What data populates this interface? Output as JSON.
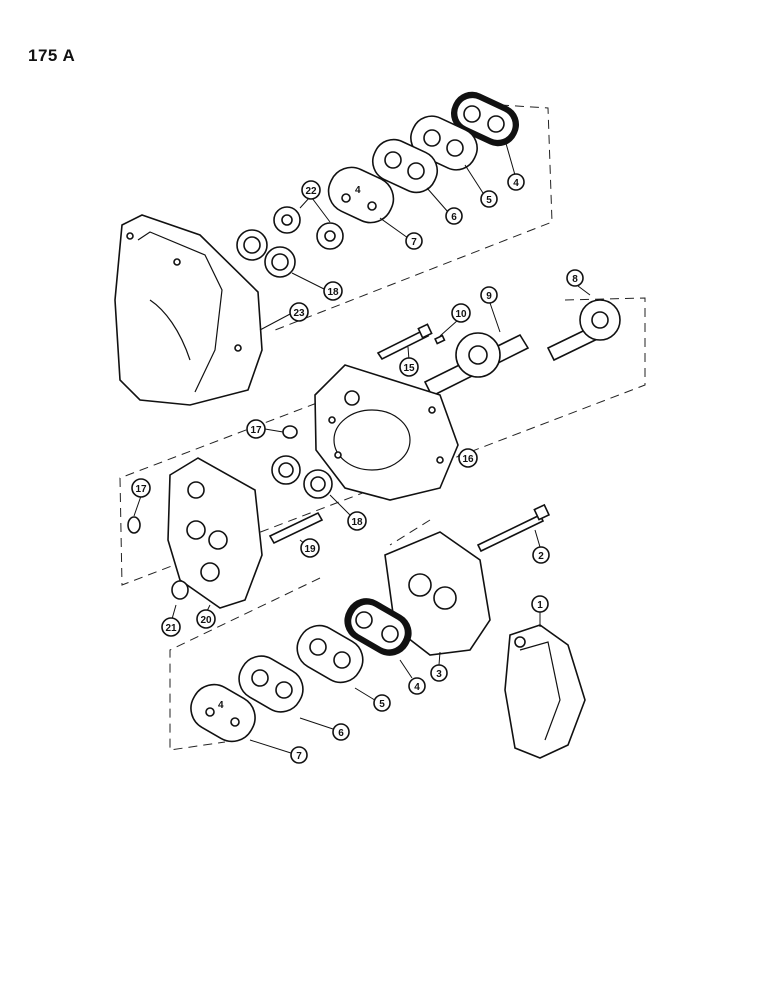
{
  "page_label": "175 A",
  "callouts": [
    {
      "id": "c4a",
      "label": "4"
    },
    {
      "id": "c5a",
      "label": "5"
    },
    {
      "id": "c6a",
      "label": "6"
    },
    {
      "id": "c7a",
      "label": "7"
    },
    {
      "id": "c22",
      "label": "22"
    },
    {
      "id": "c18a",
      "label": "18"
    },
    {
      "id": "c23",
      "label": "23"
    },
    {
      "id": "c8",
      "label": "8"
    },
    {
      "id": "c9",
      "label": "9"
    },
    {
      "id": "c10",
      "label": "10"
    },
    {
      "id": "c15",
      "label": "15"
    },
    {
      "id": "c17a",
      "label": "17"
    },
    {
      "id": "c16",
      "label": "16"
    },
    {
      "id": "c17b",
      "label": "17"
    },
    {
      "id": "c18b",
      "label": "18"
    },
    {
      "id": "c19",
      "label": "19"
    },
    {
      "id": "c2",
      "label": "2"
    },
    {
      "id": "c21",
      "label": "21"
    },
    {
      "id": "c20",
      "label": "20"
    },
    {
      "id": "c1",
      "label": "1"
    },
    {
      "id": "c3",
      "label": "3"
    },
    {
      "id": "c4b",
      "label": "4"
    },
    {
      "id": "c5b",
      "label": "5"
    },
    {
      "id": "c6b",
      "label": "6"
    },
    {
      "id": "c7b",
      "label": "7"
    }
  ],
  "plate_marking": "4"
}
